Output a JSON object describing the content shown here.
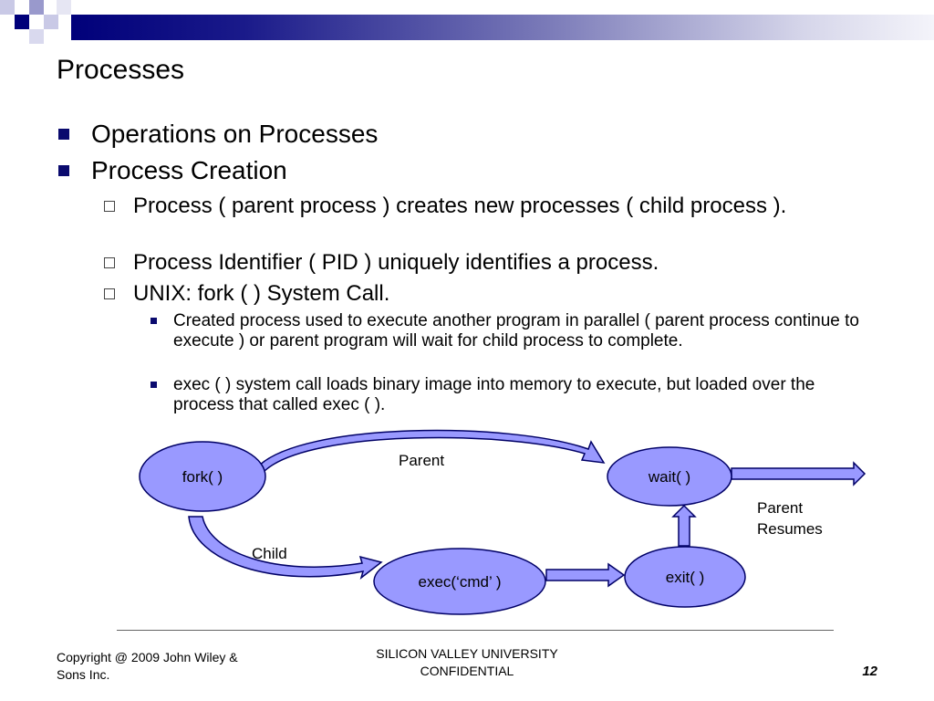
{
  "slide": {
    "title": "Processes",
    "bullets_l1": [
      "Operations on Processes",
      "Process Creation"
    ],
    "bullets_l2": [
      "Process ( parent process ) creates new processes ( child process ).",
      "Process Identifier ( PID ) uniquely identifies a process.",
      "UNIX: fork ( ) System Call."
    ],
    "bullets_l3": [
      "Created process used to execute another program in parallel ( parent process continue to execute ) or parent program will wait for child process to complete.",
      "exec ( ) system call loads binary image into memory to execute, but loaded over the process that called exec ( )."
    ]
  },
  "diagram": {
    "nodes": {
      "fork": "fork( )",
      "wait": "wait( )",
      "exec": "exec(‘cmd’ )",
      "exit": "exit( )"
    },
    "labels": {
      "parent": "Parent",
      "child": "Child",
      "parent_resumes_1": "Parent",
      "parent_resumes_2": "Resumes"
    },
    "colors": {
      "node_fill": "#9999ff",
      "node_stroke": "#000066",
      "arrow_fill": "#9999ff"
    }
  },
  "footer": {
    "copyright": "Copyright @ 2009 John Wiley & Sons Inc.",
    "org_line1": "SILICON VALLEY UNIVERSITY",
    "org_line2": "CONFIDENTIAL",
    "page_number": "12"
  }
}
